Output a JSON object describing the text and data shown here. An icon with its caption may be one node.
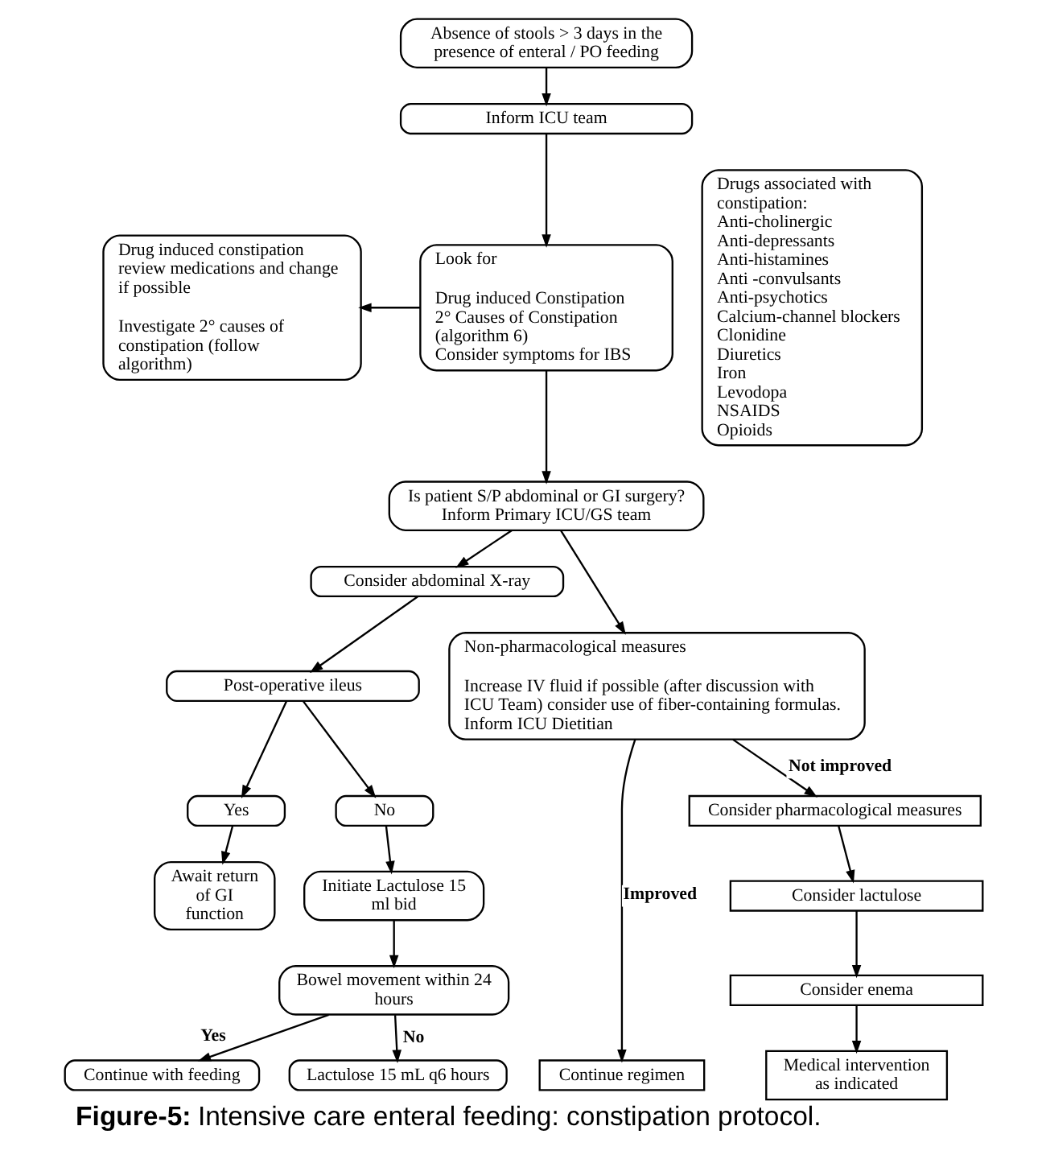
{
  "diagram": {
    "caption": "**Figure-5:** Intensive care enteral feeding: constipation protocol.",
    "nodes": [
      {
        "text": [
          "Absence of stools > 3 days in the presence of enteral / PO feeding"
        ]
      },
      {
        "text": [
          "Inform ICU team"
        ]
      },
      {
        "text": [
          "Drugs associated with constipation:",
          "Anti-cholinergic",
          "Anti-depressants",
          "Anti-histamines",
          "Anti -convulsants",
          "Anti-psychotics",
          "Calcium-channel blockers",
          "Clonidine",
          "Diuretics",
          "Iron",
          "Levodopa",
          "NSAIDS",
          "Opioids"
        ]
      },
      {
        "text": [
          "Drug induced constipation review medications and change if possible",
          "Investigate 2° causes of constipation (follow algorithm)"
        ]
      },
      {
        "text": [
          "Look for",
          "Drug induced Constipation",
          "2° Causes of Constipation (algorithm 6)",
          "Consider symptoms for IBS"
        ]
      },
      {
        "text": [
          "Is patient S/P abdominal or GI surgery?",
          "Inform Primary ICU/GS team"
        ]
      },
      {
        "text": [
          "Consider abdominal X-ray"
        ]
      },
      {
        "text": [
          "Non-pharmacological measures",
          "Increase IV fluid if possible (after discussion with ICU Team) consider use of fiber-containing formulas.",
          "Inform ICU Dietitian"
        ]
      },
      {
        "text": [
          "Post-operative ileus"
        ]
      },
      {
        "text": [
          "Yes"
        ]
      },
      {
        "text": [
          "No"
        ]
      },
      {
        "text": [
          "Await return of GI function"
        ]
      },
      {
        "text": [
          "Initiate Lactulose 15 ml bid"
        ]
      },
      {
        "text": [
          "Bowel movement within 24 hours"
        ]
      },
      {
        "text": [
          "Continue with feeding"
        ]
      },
      {
        "text": [
          "Lactulose 15 mL q6 hours"
        ]
      },
      {
        "text": [
          "Consider pharmacological measures"
        ]
      },
      {
        "text": [
          "Consider lactulose"
        ]
      },
      {
        "text": [
          "Consider enema"
        ]
      },
      {
        "text": [
          "Continue regimen"
        ]
      },
      {
        "text": [
          "Medical intervention as indicated"
        ]
      }
    ],
    "edges": [
      {
        "from": 0,
        "to": 1,
        "arrow": "to"
      },
      {
        "from": 1,
        "to": 4,
        "arrow": "to"
      },
      {
        "from": 4,
        "to": 3,
        "arrow": "to"
      },
      {
        "from": 4,
        "to": 5,
        "arrow": "to"
      },
      {
        "from": 5,
        "to": 6,
        "arrow": "to"
      },
      {
        "from": 5,
        "to": 7,
        "arrow": "to"
      },
      {
        "from": 6,
        "to": 8,
        "arrow": "to"
      },
      {
        "from": 8,
        "to": 9,
        "arrow": "to"
      },
      {
        "from": 8,
        "to": 10,
        "arrow": "to"
      },
      {
        "from": 9,
        "to": 11,
        "arrow": "to"
      },
      {
        "from": 10,
        "to": 12,
        "arrow": "to"
      },
      {
        "from": 12,
        "to": 13,
        "arrow": "to"
      },
      {
        "from": 13,
        "to": 14,
        "arrow": "to",
        "label": "Yes"
      },
      {
        "from": 13,
        "to": 15,
        "arrow": "to",
        "label": "No"
      },
      {
        "from": 7,
        "to": 19,
        "arrow": "to",
        "label": "Improved"
      },
      {
        "from": 7,
        "to": 16,
        "arrow": "to",
        "label": "Not improved"
      },
      {
        "from": 16,
        "to": 17,
        "arrow": "to"
      },
      {
        "from": 17,
        "to": 18,
        "arrow": "to"
      },
      {
        "from": 18,
        "to": 20,
        "arrow": "to"
      }
    ]
  }
}
